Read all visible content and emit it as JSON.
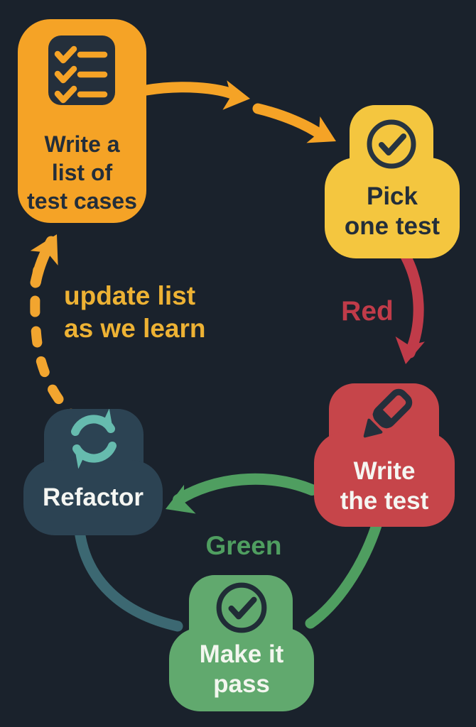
{
  "diagram": {
    "background": "#1A222C",
    "nodes": [
      {
        "id": "write_list",
        "label": "Write a\nlist of\ntest cases",
        "icon": "checklist-icon",
        "color": "#F5A326",
        "text_color": "#232E3A"
      },
      {
        "id": "pick_one",
        "label": "Pick\none test",
        "icon": "check-circle-icon",
        "color": "#F4C63F",
        "text_color": "#232E3A"
      },
      {
        "id": "write_test",
        "label": "Write\nthe test",
        "icon": "pencil-icon",
        "color": "#C6454A",
        "text_color": "#F5F6F2"
      },
      {
        "id": "refactor",
        "label": "Refactor",
        "icon": "refresh-icon",
        "color": "#2C4353",
        "text_color": "#F5F6F2"
      },
      {
        "id": "make_pass",
        "label": "Make it\npass",
        "icon": "check-circle-icon",
        "color": "#61A96E",
        "text_color": "#F3F6EF"
      }
    ],
    "edges": [
      {
        "from": "write_list",
        "to": "pick_one",
        "style": "solid",
        "color": "#F5A326",
        "label": ""
      },
      {
        "from": "pick_one",
        "to": "write_test",
        "style": "solid",
        "color": "#C03B49",
        "label": "Red"
      },
      {
        "from": "write_test",
        "to": "refactor",
        "style": "solid",
        "color": "#4F9E60",
        "label": "Green"
      },
      {
        "from": "refactor",
        "to": "make_pass",
        "style": "solid",
        "color": "#3C6872",
        "label": ""
      },
      {
        "from": "write_test",
        "to": "make_pass",
        "style": "solid",
        "color": "#4F9E60",
        "label": ""
      },
      {
        "from": "refactor",
        "to": "write_list",
        "style": "dashed",
        "color": "#EDB234",
        "label": "update list\nas we learn"
      }
    ],
    "colors": {
      "orange": "#F5A326",
      "yellow": "#F4C63F",
      "red": "#C6454A",
      "slate": "#2C4353",
      "green": "#61A96E",
      "teal_icon": "#66BBAE",
      "teal_curve": "#3C6872",
      "dark_icon": "#242F3B",
      "note_orange": "#EDB234"
    }
  }
}
